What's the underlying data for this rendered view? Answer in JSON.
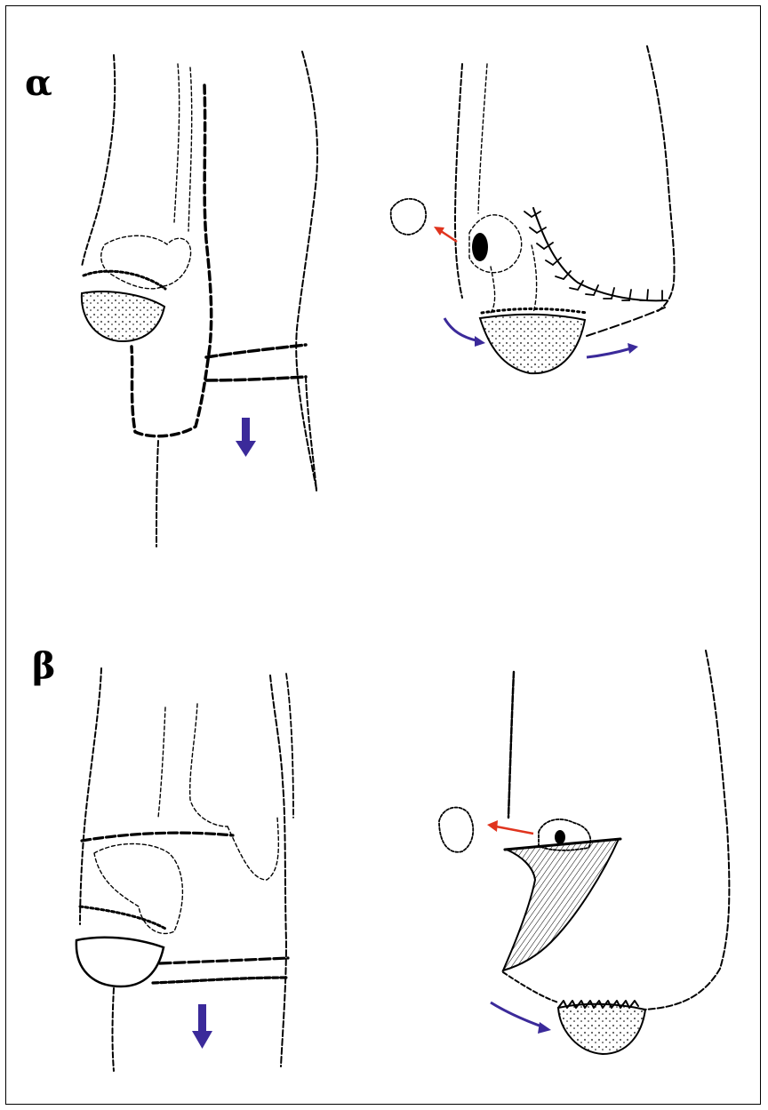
{
  "figure": {
    "panels": [
      {
        "id": "alpha",
        "label": "α"
      },
      {
        "id": "beta",
        "label": "β"
      }
    ],
    "colors": {
      "ink": "#000000",
      "movement_arrow": "#3b2a9a",
      "excision_arrow": "#e0341e",
      "background": "#ffffff"
    }
  }
}
